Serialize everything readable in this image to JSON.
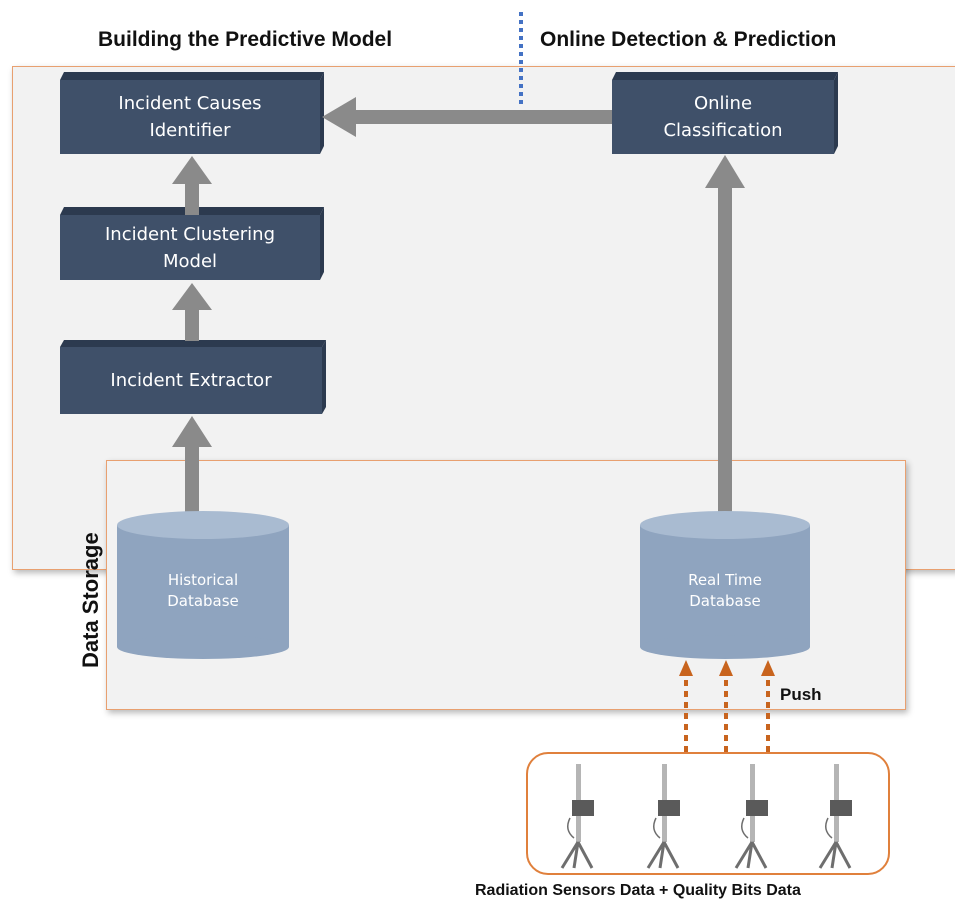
{
  "headers": {
    "left": "Building the Predictive Model",
    "right": "Online Detection & Prediction"
  },
  "boxes": {
    "causes_identifier": "Incident Causes\nIdentifier",
    "clustering_model": "Incident Clustering\nModel",
    "extractor": "Incident Extractor",
    "online_classification": "Online\nClassification"
  },
  "storage": {
    "label": "Data Storage",
    "historical_db": "Historical\nDatabase",
    "realtime_db": "Real Time\nDatabase"
  },
  "push_label": "Push",
  "sensors": {
    "count": 4,
    "caption": "Radiation Sensors Data + Quality Bits Data"
  },
  "colors": {
    "box_fill": "#3f5069",
    "arrow": "#8a8a8a",
    "db_fill": "#8fa4bf",
    "push_arrow": "#c8641e",
    "divider": "#4472c4",
    "panel_border": "#e8a070"
  }
}
